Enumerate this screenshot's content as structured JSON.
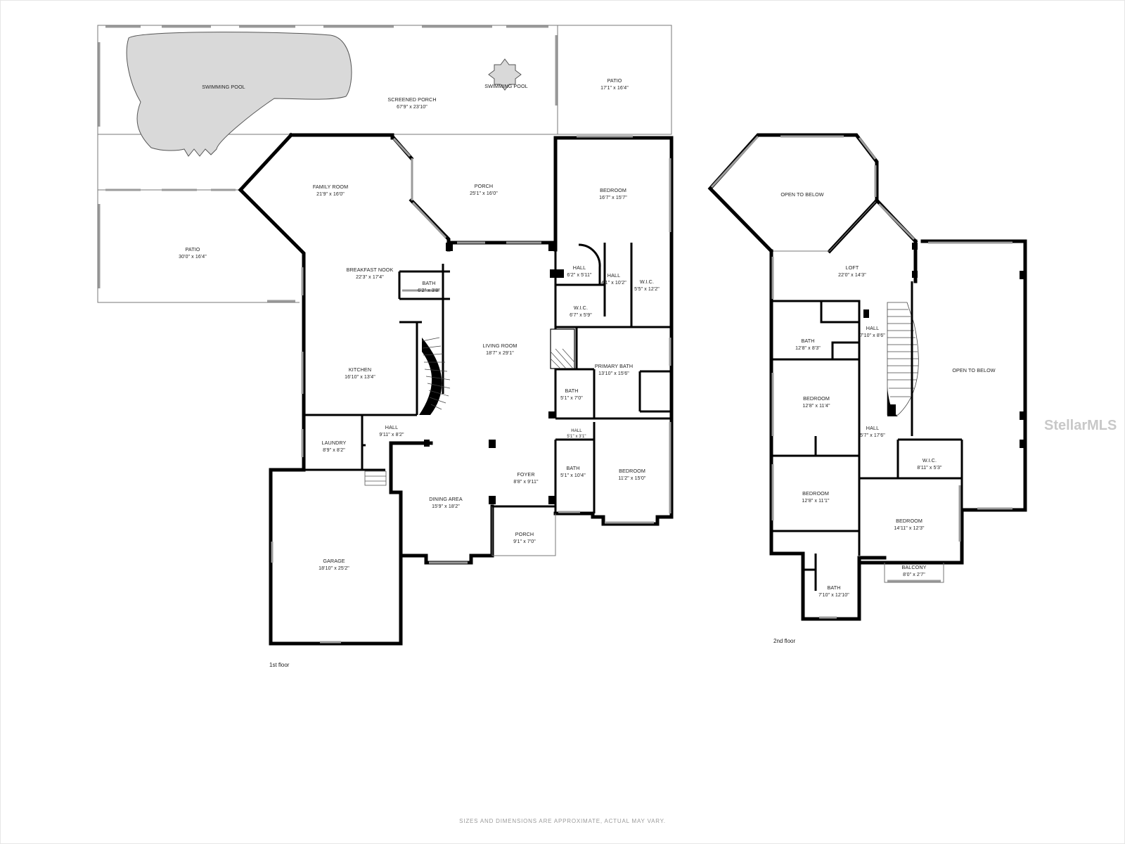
{
  "floors": [
    {
      "label": "1st floor",
      "rooms": [
        {
          "name": "SWIMMING POOL",
          "dims": ""
        },
        {
          "name": "SCREENED PORCH",
          "dims": "67'9\" x 23'10\""
        },
        {
          "name": "SWIMMING POOL",
          "dims": ""
        },
        {
          "name": "PATIO",
          "dims": "17'1\" x 16'4\""
        },
        {
          "name": "FAMILY ROOM",
          "dims": "21'9\" x 16'0\""
        },
        {
          "name": "PORCH",
          "dims": "25'1\" x 16'0\""
        },
        {
          "name": "BEDROOM",
          "dims": "16'7\" x 15'7\""
        },
        {
          "name": "PATIO",
          "dims": "30'0\" x 16'4\""
        },
        {
          "name": "BREAKFAST NOOK",
          "dims": "22'3\" x 17'4\""
        },
        {
          "name": "BATH",
          "dims": "6'2\" x 3'8\""
        },
        {
          "name": "HALL",
          "dims": "6'2\" x 5'11\""
        },
        {
          "name": "HALL",
          "dims": "4'1\" x 10'2\""
        },
        {
          "name": "W.I.C.",
          "dims": "5'5\" x 12'2\""
        },
        {
          "name": "W.I.C.",
          "dims": "6'7\" x 5'9\""
        },
        {
          "name": "LIVING ROOM",
          "dims": "18'7\" x 29'1\""
        },
        {
          "name": "PRIMARY BATH",
          "dims": "13'10\" x 15'6\""
        },
        {
          "name": "KITCHEN",
          "dims": "16'10\" x 13'4\""
        },
        {
          "name": "BATH",
          "dims": "5'1\" x 7'0\""
        },
        {
          "name": "HALL",
          "dims": "9'11\" x 8'2\""
        },
        {
          "name": "HALL",
          "dims": "5'1\" x 3'1\""
        },
        {
          "name": "LAUNDRY",
          "dims": "8'9\" x 8'2\""
        },
        {
          "name": "BATH",
          "dims": "5'1\" x 10'4\""
        },
        {
          "name": "BEDROOM",
          "dims": "11'2\" x 15'0\""
        },
        {
          "name": "FOYER",
          "dims": "8'8\" x 9'11\""
        },
        {
          "name": "DINING AREA",
          "dims": "15'9\" x 18'2\""
        },
        {
          "name": "PORCH",
          "dims": "9'1\" x 7'0\""
        },
        {
          "name": "GARAGE",
          "dims": "18'10\" x 25'2\""
        }
      ]
    },
    {
      "label": "2nd floor",
      "rooms": [
        {
          "name": "OPEN TO BELOW",
          "dims": ""
        },
        {
          "name": "LOFT",
          "dims": "22'0\" x 14'3\""
        },
        {
          "name": "BATH",
          "dims": "12'8\" x 8'3\""
        },
        {
          "name": "HALL",
          "dims": "7'10\" x 8'6\""
        },
        {
          "name": "OPEN TO BELOW",
          "dims": ""
        },
        {
          "name": "BEDROOM",
          "dims": "12'8\" x 11'4\""
        },
        {
          "name": "HALL",
          "dims": "5'7\" x 17'6\""
        },
        {
          "name": "W.I.C.",
          "dims": "8'11\" x 5'3\""
        },
        {
          "name": "BEDROOM",
          "dims": "12'8\" x 11'1\""
        },
        {
          "name": "BEDROOM",
          "dims": "14'11\" x 12'3\""
        },
        {
          "name": "BALCONY",
          "dims": "8'0\" x 2'7\""
        },
        {
          "name": "BATH",
          "dims": "7'10\" x 12'10\""
        }
      ]
    }
  ],
  "watermark": "StellarMLS",
  "disclaimer": "SIZES AND DIMENSIONS ARE APPROXIMATE, ACTUAL MAY VARY."
}
